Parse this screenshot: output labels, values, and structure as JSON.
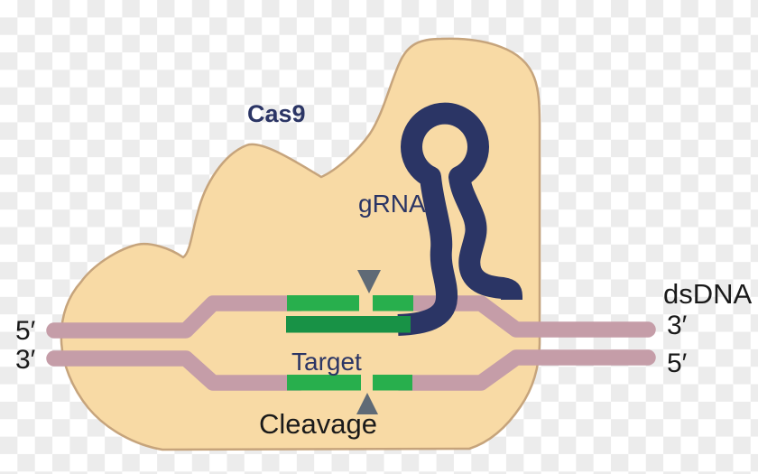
{
  "diagram": {
    "protein_label": "Cas9",
    "grna_label": "gRNA",
    "target_label": "Target",
    "cleavage_label": "Cleavage",
    "dsdna_label": "dsDNA",
    "strand_ends": {
      "left_top": "5′",
      "left_bottom": "3′",
      "right_top": "3′",
      "right_bottom": "5′"
    }
  },
  "colors": {
    "cas9_fill": "#F8DAA5",
    "cas9_outline": "#C6A47C",
    "grna": "#2B3565",
    "dna": "#C59DA8",
    "target_dna": "#28AF4D",
    "grna_spacer": "#189246",
    "cleavage_marker": "#5F6A76",
    "label_navy": "#2B3565",
    "label_black": "#1A1A1A",
    "checker_light": "#FFFFFF",
    "checker_dark": "#ECECEC"
  }
}
